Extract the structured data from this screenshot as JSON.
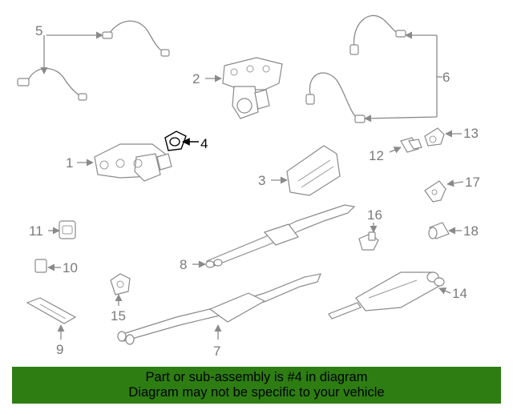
{
  "callouts": {
    "c1": "1",
    "c2": "2",
    "c3": "3",
    "c4": "4",
    "c5": "5",
    "c6": "6",
    "c7": "7",
    "c8": "8",
    "c9": "9",
    "c10": "10",
    "c11": "11",
    "c12": "12",
    "c13": "13",
    "c14": "14",
    "c15": "15",
    "c16": "16",
    "c17": "17",
    "c18": "18"
  },
  "highlight": {
    "part": "4",
    "color": "#000000"
  },
  "banner": {
    "line1": "Part or sub-assembly is #4 in diagram",
    "line2": "Diagram may not be specific to your vehicle",
    "background": "#2e7d13"
  }
}
